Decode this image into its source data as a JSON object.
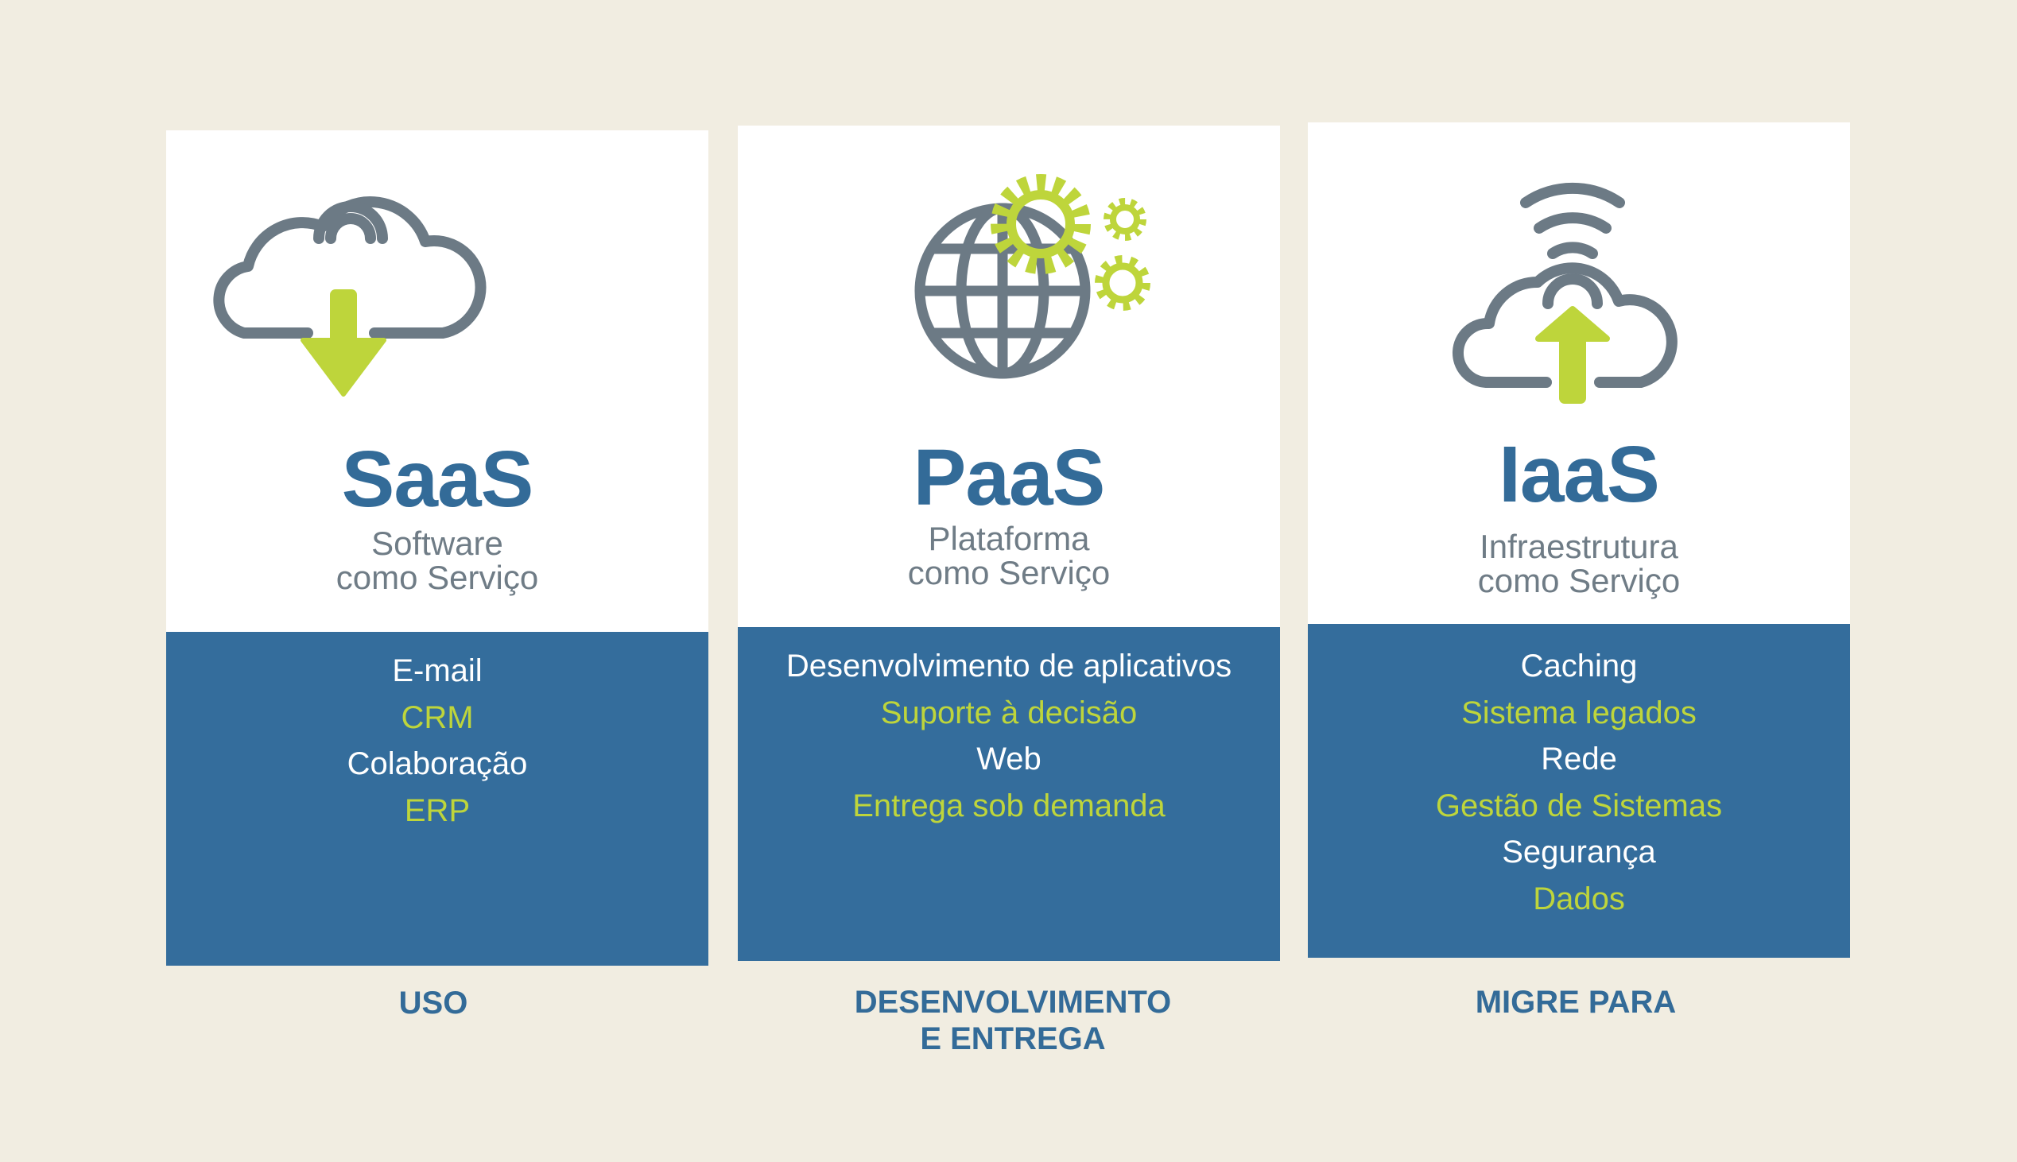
{
  "colors": {
    "background": "#f1ede1",
    "card_top": "#ffffff",
    "card_bottom": "#346d9c",
    "title": "#336b98",
    "subtitle": "#6f7c86",
    "icon_gray": "#6c7a85",
    "accent_green": "#bed53b",
    "item_white": "#ffffff"
  },
  "cards": [
    {
      "title": "SaaS",
      "subtitle_lines": [
        "Software",
        "como Serviço"
      ],
      "icon": "cloud-download-icon",
      "items": [
        {
          "text": "E-mail",
          "color": "white"
        },
        {
          "text": "CRM",
          "color": "green"
        },
        {
          "text": "Colaboração",
          "color": "white"
        },
        {
          "text": "ERP",
          "color": "green"
        }
      ],
      "footer_lines": [
        "USO"
      ]
    },
    {
      "title": "PaaS",
      "subtitle_lines": [
        "Plataforma",
        "como Serviço"
      ],
      "icon": "globe-gears-icon",
      "items": [
        {
          "text": "Desenvolvimento de aplicativos",
          "color": "white"
        },
        {
          "text": "Suporte à decisão",
          "color": "green"
        },
        {
          "text": "Web",
          "color": "white"
        },
        {
          "text": "Entrega sob demanda",
          "color": "green"
        }
      ],
      "footer_lines": [
        "DESENVOLVIMENTO",
        "E ENTREGA"
      ]
    },
    {
      "title": "IaaS",
      "subtitle_lines": [
        "Infraestrutura",
        "como Serviço"
      ],
      "icon": "cloud-upload-wifi-icon",
      "items": [
        {
          "text": "Caching",
          "color": "white"
        },
        {
          "text": "Sistema legados",
          "color": "green"
        },
        {
          "text": "Rede",
          "color": "white"
        },
        {
          "text": "Gestão de Sistemas",
          "color": "green"
        },
        {
          "text": "Segurança",
          "color": "white"
        },
        {
          "text": "Dados",
          "color": "green"
        }
      ],
      "footer_lines": [
        "MIGRE PARA"
      ]
    }
  ]
}
